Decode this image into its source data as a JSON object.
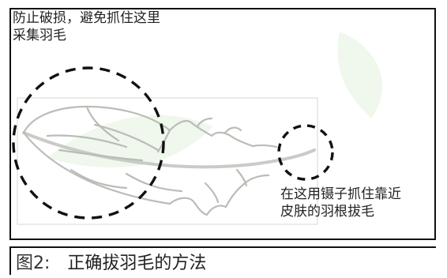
{
  "annotations": {
    "top_note": [
      "防止破损，避免抓住这里",
      "采集羽毛"
    ],
    "bottom_note": [
      "在这用镊子抓住靠近",
      "皮肤的羽根拔毛"
    ]
  },
  "caption": {
    "label": "图2:",
    "title": "正确拔羽毛的方法"
  },
  "colors": {
    "feather_stroke": "#b9bdb6",
    "circle_stroke": "#111111",
    "background_watermark": "#e4f0dd"
  }
}
